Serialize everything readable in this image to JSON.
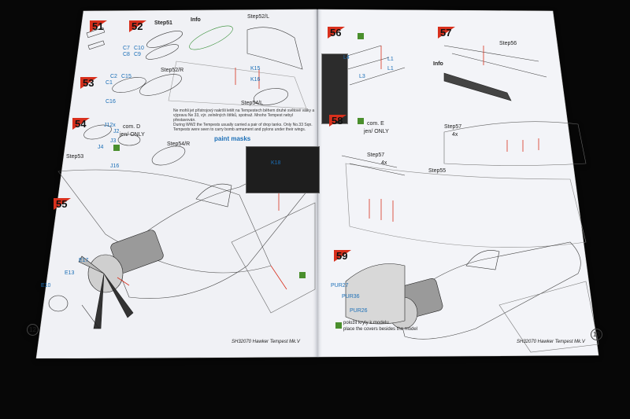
{
  "instructions": {
    "left_page": {
      "page_number": "12",
      "footer": "SH32070  Hawker Tempest Mk.V",
      "steps": [
        "51",
        "52",
        "53",
        "54",
        "55"
      ],
      "step_refs": [
        "Step51",
        "Step52/L",
        "Step52/R",
        "Step54/L",
        "Step53",
        "Step54/R"
      ],
      "info_label": "Info",
      "paint_masks_label": "paint masks",
      "parts": [
        "C1",
        "C16",
        "C2",
        "C15",
        "C7",
        "C10",
        "C8",
        "C9",
        "K15",
        "K16",
        "K18",
        "J12x",
        "J3",
        "J4",
        "J2",
        "J16",
        "E17",
        "E13",
        "E10"
      ],
      "option_text": "com. D",
      "option_text2": "jen/ ONLY",
      "note_text": "Ne mohli jet přístrojový nakršli letět na Tempestech během druhé světové války a výpravu Ne 33, výr. zelněných štítků, spotnaž. Mnoho Tempest nebyl přestavován.",
      "note_text2": "During WW2 the Tempests usually carried a pair of drop tanks. Only No.33 Sqn. Tempests were seen to carry bomb armament and pylons under their wings."
    },
    "right_page": {
      "page_number": "13",
      "footer": "SH32070  Hawker Tempest Mk.V",
      "steps": [
        "56",
        "57",
        "58",
        "59"
      ],
      "step_refs": [
        "Step56",
        "Step57",
        "Step57",
        "Step55"
      ],
      "multipliers": [
        "4x",
        "4x"
      ],
      "info_label": "Info",
      "parts": [
        "L4",
        "L1",
        "L3",
        "L1",
        "PUR27",
        "PUR36",
        "PUR26"
      ],
      "option_text": "com. E",
      "option_text2": "jen/ ONLY",
      "place_text": "položit kryty k modelu",
      "place_text2": "place the covers besides the model"
    }
  },
  "colors": {
    "background": "#070707",
    "paper": "#f2f3f7",
    "accent_red": "#d8301d",
    "label_blue": "#1b6fb7"
  }
}
